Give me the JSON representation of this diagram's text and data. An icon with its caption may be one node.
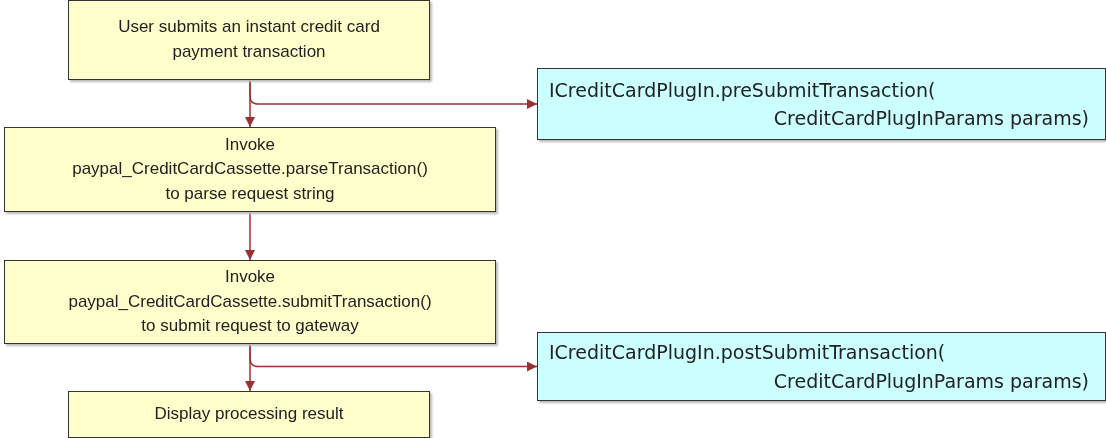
{
  "diagram": {
    "nodes": [
      {
        "text": [
          "User submits an instant credit card payment transaction"
        ]
      },
      {
        "text": [
          "Invoke paypal_CreditCardCassette.parseTransaction() to parse request string"
        ]
      },
      {
        "text": [
          "Invoke paypal_CreditCardCassette.submitTransaction() to submit request to gateway"
        ]
      },
      {
        "text": [
          "Display processing result"
        ]
      },
      {
        "text": [
          "ICreditCardPlugIn.preSubmitTransaction( CreditCardPlugInParams params)"
        ]
      },
      {
        "text": [
          "ICreditCardPlugIn.postSubmitTransaction( CreditCardPlugInParams params)"
        ]
      }
    ],
    "edges": [
      {
        "from": 0,
        "to": 1,
        "arrow": "to"
      },
      {
        "from": 0,
        "to": 4,
        "arrow": "to"
      },
      {
        "from": 1,
        "to": 2,
        "arrow": "to"
      },
      {
        "from": 2,
        "to": 3,
        "arrow": "to"
      },
      {
        "from": 2,
        "to": 5,
        "arrow": "to"
      }
    ]
  }
}
